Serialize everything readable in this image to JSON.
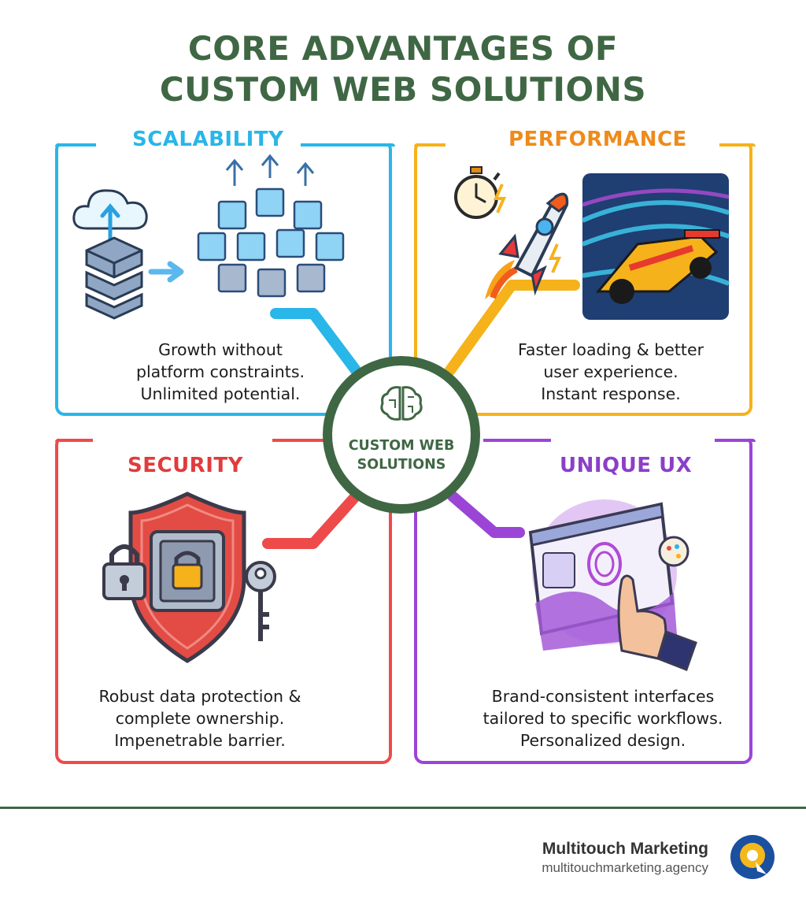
{
  "title": {
    "line1": "CORE ADVANTAGES OF",
    "line2": "CUSTOM WEB SOLUTIONS"
  },
  "hub": {
    "line1": "CUSTOM WEB",
    "line2": "SOLUTIONS",
    "color": "#3f6744"
  },
  "panels": {
    "scalability": {
      "title": "SCALABILITY",
      "color": "#29b6e8",
      "desc": [
        "Growth without",
        "platform constraints.",
        "Unlimited potential."
      ]
    },
    "performance": {
      "title": "PERFORMANCE",
      "color": "#f6b21a",
      "title_color": "#ef8a1a",
      "desc": [
        "Faster loading & better",
        "user experience.",
        "Instant response."
      ]
    },
    "security": {
      "title": "SECURITY",
      "color": "#ee4a4a",
      "desc": [
        "Robust data protection &",
        "complete ownership.",
        "Impenetrable barrier."
      ]
    },
    "unique_ux": {
      "title": "UNIQUE UX",
      "color": "#9b45d6",
      "desc": [
        "Brand-consistent interfaces",
        "tailored to specific workflows.",
        "Personalized design."
      ]
    }
  },
  "footer": {
    "brand": "Multitouch Marketing",
    "url": "multitouchmarketing.agency",
    "logo_colors": [
      "#f5b81c",
      "#1b4fa0"
    ]
  },
  "icons": [
    "cloud-upload-icon",
    "server-icon",
    "cube-network-icon",
    "stopwatch-icon",
    "rocket-icon",
    "race-car-icon",
    "brain-icon",
    "shield-vault-icon",
    "padlock-icon",
    "key-icon",
    "touch-interface-icon"
  ]
}
